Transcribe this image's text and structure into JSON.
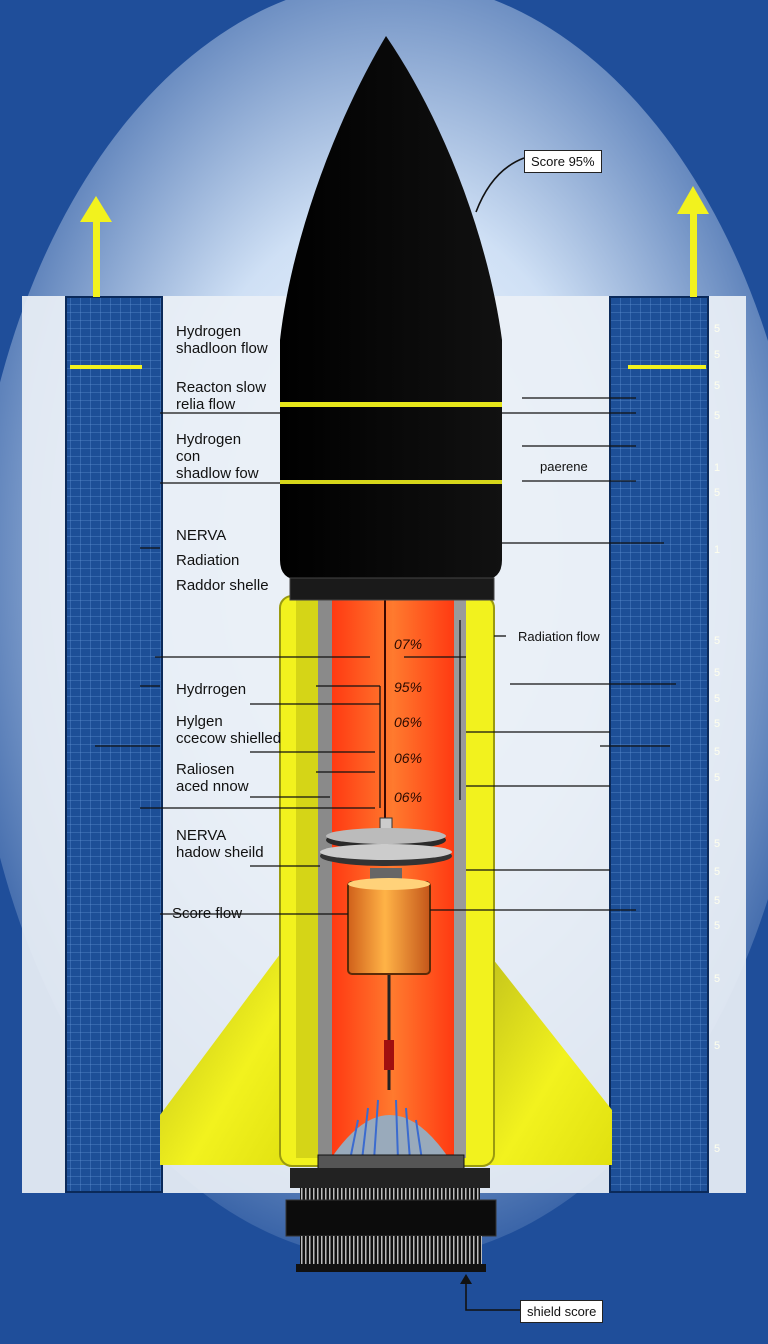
{
  "callouts": {
    "top": "Score 95%",
    "bottom": "shield score"
  },
  "left_labels": [
    {
      "line1": "Hydrogen",
      "line2": "shadloon flow"
    },
    {
      "line1": "Reacton slow",
      "line2": "relia flow"
    },
    {
      "line1": "Hydrogen",
      "line2": "con",
      "line3": "shadlow fow"
    },
    {
      "line1": "NERVA",
      "line2": "Radiation",
      "line3": "Raddor shelle"
    },
    {
      "line1": "Hydrrogen"
    },
    {
      "line1": "Hylgen",
      "line2": "ccecow shielled"
    },
    {
      "line1": "Raliosen",
      "line2": "aced nnow"
    },
    {
      "line1": "NERVA",
      "line2": "hadow sheild"
    },
    {
      "line1": "Score flow"
    }
  ],
  "right_labels": {
    "paerene": "paerene",
    "radiation_flow": "Radiation flow"
  },
  "core_percentages": [
    "07%",
    "95%",
    "06%",
    "06%",
    "06%"
  ],
  "scale_ticks_right": [
    "5",
    "5",
    "5",
    "5",
    "1",
    "5",
    "1",
    "5",
    "5",
    "5",
    "5",
    "5",
    "5",
    "5",
    "5",
    "5",
    "5",
    "5",
    "5",
    "5"
  ],
  "colors": {
    "background": "#1f4e9a",
    "nose": "#000000",
    "casing_yellow": "#f2f21e",
    "core_orange": "#ff5a1a",
    "panel_blue": "#1d4f97",
    "arrow_yellow": "#f2f21e"
  }
}
